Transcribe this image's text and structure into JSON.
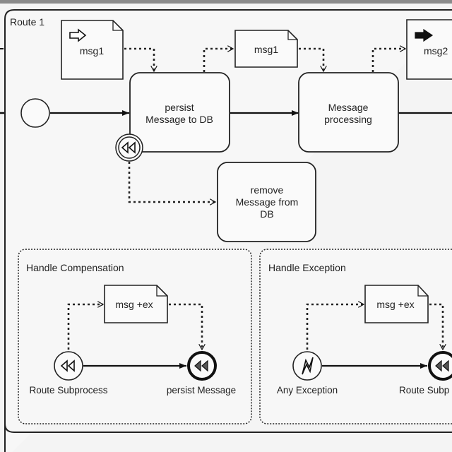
{
  "pool": {
    "label": "Route 1"
  },
  "data_objects": {
    "msg1_input": {
      "label": "msg1",
      "marker": "input-arrow-icon"
    },
    "msg1_mid": {
      "label": "msg1"
    },
    "msg2_output": {
      "label": "msg2",
      "marker": "output-arrow-icon"
    },
    "comp_msg_ex": {
      "label": "msg +ex"
    },
    "exc_msg_ex": {
      "label": "msg +ex"
    }
  },
  "tasks": {
    "persist": {
      "label_lines": [
        "persist",
        "Message to DB"
      ]
    },
    "processing": {
      "label_lines": [
        "Message",
        "processing"
      ]
    },
    "remove": {
      "label_lines": [
        "remove",
        "Message from",
        "DB"
      ]
    }
  },
  "events": {
    "start": {
      "type": "start-event"
    },
    "boundary_compensation": {
      "type": "compensation-boundary-event"
    },
    "comp_start": {
      "label": "Route Subprocess",
      "type": "compensation-start-event"
    },
    "comp_end": {
      "label": "persist Message",
      "type": "compensation-end-event"
    },
    "exc_start": {
      "label": "Any Exception",
      "type": "error-start-event"
    },
    "exc_end": {
      "label": "Route Subp",
      "type": "compensation-end-event"
    }
  },
  "subprocesses": {
    "compensation": {
      "label": "Handle Compensation"
    },
    "exception": {
      "label": "Handle Exception"
    }
  }
}
